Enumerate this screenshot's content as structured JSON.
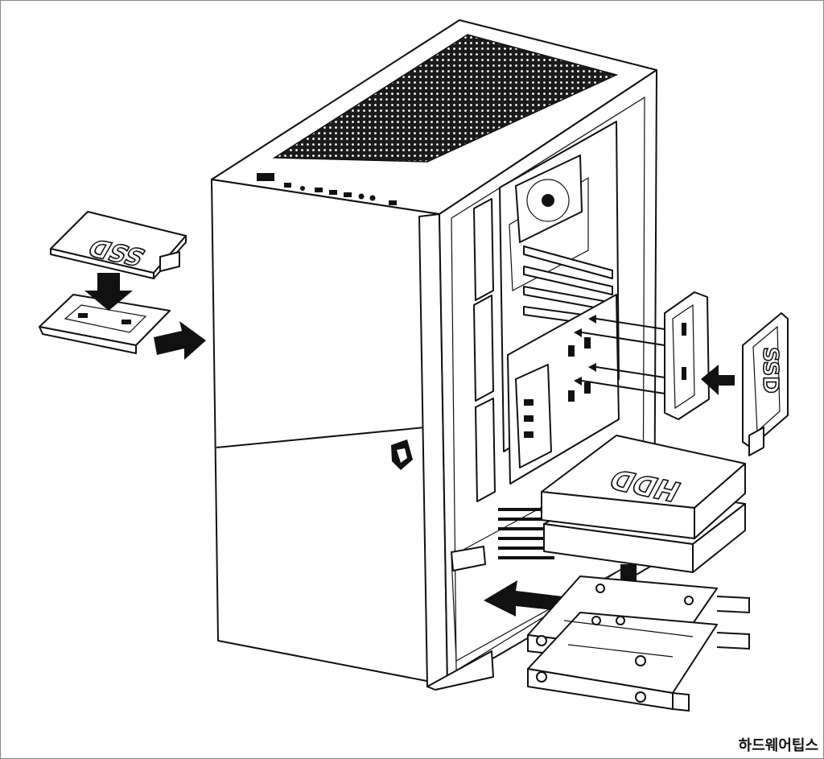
{
  "labels": {
    "ssd": "SSD",
    "hdd": "HDD"
  },
  "watermark": "하드웨어팁스",
  "colors": {
    "line": "#111111",
    "background": "#ffffff"
  }
}
